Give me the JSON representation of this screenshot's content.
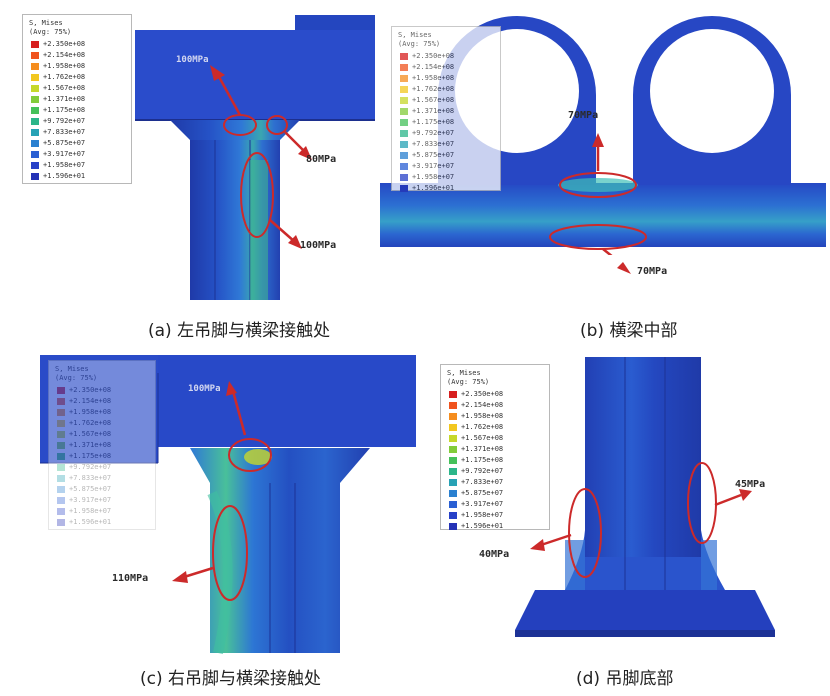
{
  "legend": {
    "title": "S, Mises",
    "avg": "(Avg: 75%)",
    "colors": [
      "#d71f1f",
      "#f0531e",
      "#f58d1e",
      "#f2c71f",
      "#c6d82b",
      "#82cc3a",
      "#45c15a",
      "#2cb68a",
      "#27a2b5",
      "#2a80d0",
      "#2a5fd3",
      "#2741c8",
      "#2432b6"
    ],
    "values": [
      "+2.350e+08",
      "+2.154e+08",
      "+1.958e+08",
      "+1.762e+08",
      "+1.567e+08",
      "+1.371e+08",
      "+1.175e+08",
      "+9.792e+07",
      "+7.833e+07",
      "+5.875e+07",
      "+3.917e+07",
      "+1.958e+07",
      "+1.596e+01"
    ]
  },
  "panels": {
    "a": {
      "caption": "(a) 左吊脚与横梁接触处",
      "callouts": [
        "80MPa",
        "100MPa"
      ],
      "overlapped_label": "100MPa"
    },
    "b": {
      "caption": "(b) 横梁中部",
      "callouts": [
        "70MPa",
        "70MPa"
      ]
    },
    "c": {
      "caption": "(c) 右吊脚与横梁接触处",
      "callouts": [
        "110MPa"
      ],
      "overlapped_label": "100MPa"
    },
    "d": {
      "caption": "(d) 吊脚底部",
      "callouts": [
        "45MPa",
        "40MPa"
      ]
    }
  },
  "colors": {
    "steel_dark": "#2340b8",
    "steel_mid": "#2a5ad0",
    "steel_light": "#3a86d8",
    "annotation_red": "#cc2a2a"
  }
}
